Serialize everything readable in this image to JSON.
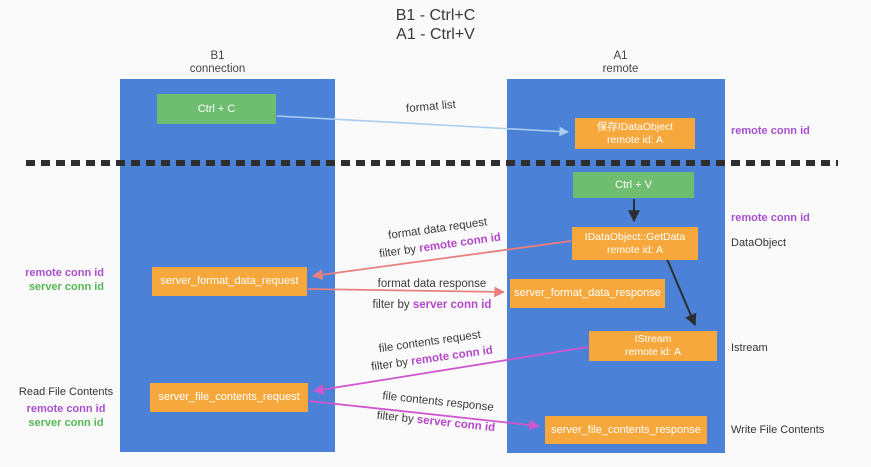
{
  "title": {
    "line1": "B1 - Ctrl+C",
    "line2": "A1 - Ctrl+V"
  },
  "columns": {
    "left": {
      "name": "B1",
      "subtitle": "connection"
    },
    "right": {
      "name": "A1",
      "subtitle": "remote"
    }
  },
  "nodes": {
    "ctrl_c": "Ctrl + C",
    "ctrl_v": "Ctrl + V",
    "save_idataobject": {
      "line1": "保存IDataObject",
      "line2": "remote id: A"
    },
    "getdata": {
      "line1": "IDataObject::GetData",
      "line2": "remote id: A"
    },
    "istream": {
      "line1": "IStream",
      "line2": "remote id: A"
    },
    "server_format_data_request": "server_format_data_request",
    "server_format_data_response": "server_format_data_response",
    "server_file_contents_request": "server_file_contents_request",
    "server_file_contents_response": "server_file_contents_response"
  },
  "side_labels": {
    "right_remote_conn_id_top": "remote conn id",
    "right_remote_conn_id_mid": "remote conn id",
    "dataobject": "DataObject",
    "istream": "Istream",
    "write_file_contents": "Write File Contents",
    "left_remote_conn_id_top": "remote conn id",
    "left_server_conn_id_top": "server conn id",
    "read_file_contents": "Read File Contents",
    "left_remote_conn_id_bottom": "remote conn id",
    "left_server_conn_id_bottom": "server conn id"
  },
  "annotations": {
    "format_list": "format list",
    "format_request": {
      "line": "format data request",
      "filter_prefix": "filter by ",
      "filter_key": "remote conn id"
    },
    "format_response": {
      "line": "format data response",
      "filter_prefix": "filter by ",
      "filter_key": "server conn id"
    },
    "file_request": {
      "line": "file contents request",
      "filter_prefix": "filter by ",
      "filter_key": "remote conn id"
    },
    "file_response": {
      "line": "file contents response",
      "filter_prefix": "filter by ",
      "filter_key": "server conn id"
    }
  },
  "colors": {
    "column_fill": "#4b81d6",
    "green_box": "#6fbe6f",
    "orange_box": "#f6a83d",
    "purple_label": "#a84fd0",
    "green_label": "#54b854",
    "annotation_key": "#b348c8",
    "salmon_arrow": "#e8807d",
    "magenta_arrow": "#cf56cf",
    "light_blue_arrow": "#a8cdf0",
    "black_arrow": "#2e2e2e",
    "dashed_divider": "#2e2e2e"
  }
}
